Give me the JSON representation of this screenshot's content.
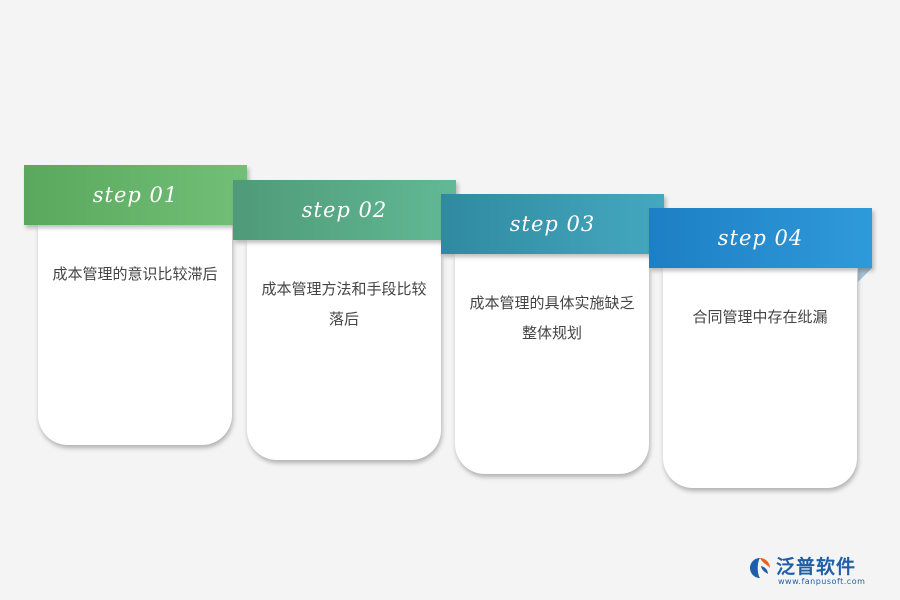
{
  "steps": [
    {
      "label": "step 01",
      "text": "成本管理的意识比较滞后",
      "color": "#5aa85e"
    },
    {
      "label": "step 02",
      "text": "成本管理方法和手段比较落后",
      "color": "#4f9a78"
    },
    {
      "label": "step 03",
      "text": "成本管理的具体实施缺乏整体规划",
      "color": "#2f8aa0"
    },
    {
      "label": "step 04",
      "text": "合同管理中存在纰漏",
      "color": "#1d7fc5"
    }
  ],
  "logo": {
    "name": "泛普软件",
    "url": "www.fanpusoft.com",
    "color": "#1f5fa8",
    "accent": "#e8611a"
  }
}
